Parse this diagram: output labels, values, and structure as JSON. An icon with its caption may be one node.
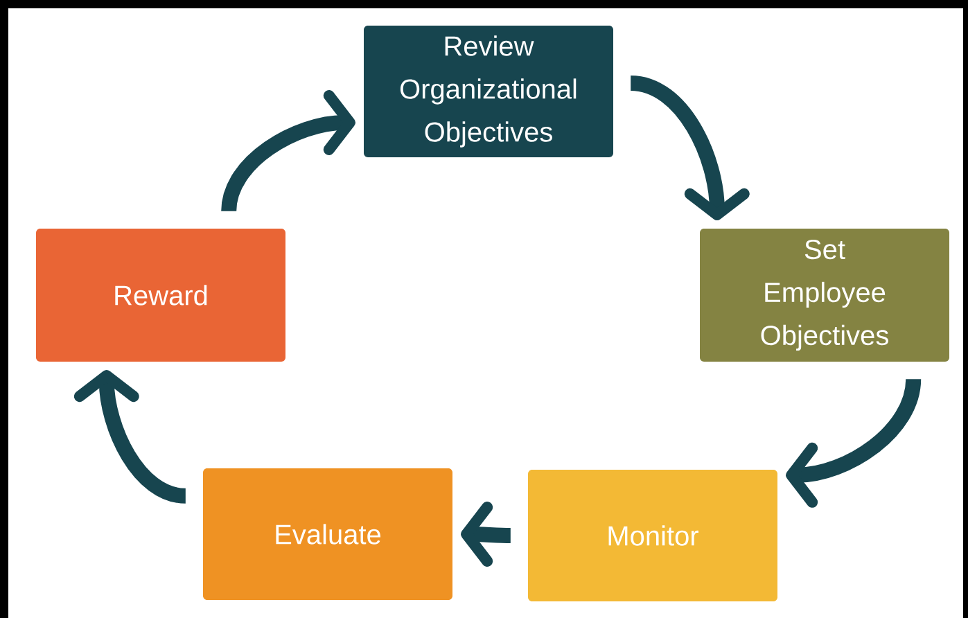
{
  "diagram": {
    "nodes": [
      {
        "text": [
          "Review Organizational Objectives"
        ]
      },
      {
        "text": [
          "Set Employee Objectives"
        ]
      },
      {
        "text": [
          "Monitor"
        ]
      },
      {
        "text": [
          "Evaluate"
        ]
      },
      {
        "text": [
          "Reward"
        ]
      }
    ],
    "edges": [
      {
        "from": 0,
        "to": 1,
        "arrow": "to"
      },
      {
        "from": 1,
        "to": 2,
        "arrow": "to"
      },
      {
        "from": 2,
        "to": 3,
        "arrow": "to"
      },
      {
        "from": 3,
        "to": 4,
        "arrow": "to"
      },
      {
        "from": 4,
        "to": 0,
        "arrow": "to"
      }
    ]
  }
}
